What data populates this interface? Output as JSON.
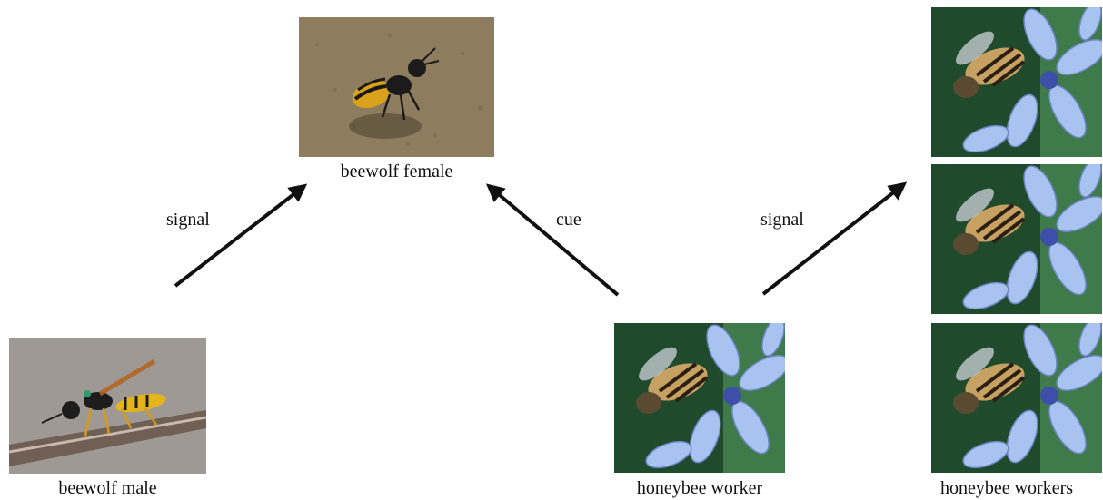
{
  "nodes": {
    "beewolf_female": {
      "caption": "beewolf female"
    },
    "beewolf_male": {
      "caption": "beewolf male"
    },
    "honeybee_worker": {
      "caption": "honeybee worker"
    },
    "honeybee_workers": {
      "caption": "honeybee workers"
    }
  },
  "edges": {
    "male_to_female": {
      "label": "signal"
    },
    "worker_to_female": {
      "label": "cue"
    },
    "worker_to_workers": {
      "label": "signal"
    }
  },
  "colors": {
    "arrow": "#111111",
    "sand": "#8b7a5c",
    "wasp_yellow": "#e0b020",
    "flower_blue": "#a9c3f0",
    "leaf_green": "#2d6b3a"
  }
}
